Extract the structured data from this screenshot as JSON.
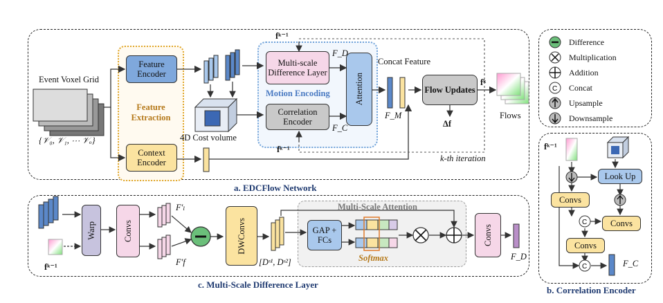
{
  "network": {
    "input_label": "Event Voxel Grid",
    "input_seq": "{𝒱₀, 𝒱₁, ⋯ 𝒱ₒ}",
    "feature_encoder": "Feature Encoder",
    "context_encoder": "Context Encoder",
    "feature_extraction": "Feature Extraction",
    "cost_volume": "4D Cost volume",
    "fk1_top": "fᵏ⁻¹",
    "msdl": "Multi-scale Difference Layer",
    "fd": "F_D",
    "motion_encoding": "Motion Encoding",
    "correlation_encoder": "Correlation Encoder",
    "fc": "F_C",
    "attention": "Attention",
    "concat_feature": "Concat Feature",
    "fm": "F_M",
    "flow_updates": "Flow Updates",
    "fk": "fᵏ",
    "delta_f": "Δf",
    "flows": "Flows",
    "fk1_bottom": "fᵏ⁻¹",
    "kth_iteration": "k-th iteration",
    "caption": "a. EDCFlow Network"
  },
  "legend": {
    "items": [
      "Difference",
      "Multiplication",
      "Addition",
      "Concat",
      "Upsample",
      "Downsample"
    ]
  },
  "corr_encoder": {
    "fk1": "fᵏ⁻¹",
    "lookup": "Look Up",
    "convs1": "Convs",
    "convs2": "Convs",
    "convs3": "Convs",
    "fc": "F_C",
    "caption": "b. Correlation Encoder"
  },
  "msdl_detail": {
    "warp": "Warp",
    "convs": "Convs",
    "fl": "F′ₗ",
    "ff": "F′f",
    "fk1": "fᵏ⁻¹",
    "dwconvs": "DWConvs",
    "ds": "[Dˢ¹, Dˢ²]",
    "msa_title": "Multi-Scale Attention",
    "gap": "GAP + FCs",
    "softmax": "Softmax",
    "convs_out": "Convs",
    "fd": "F_D",
    "caption": "c. Multi-Scale Difference Layer"
  }
}
